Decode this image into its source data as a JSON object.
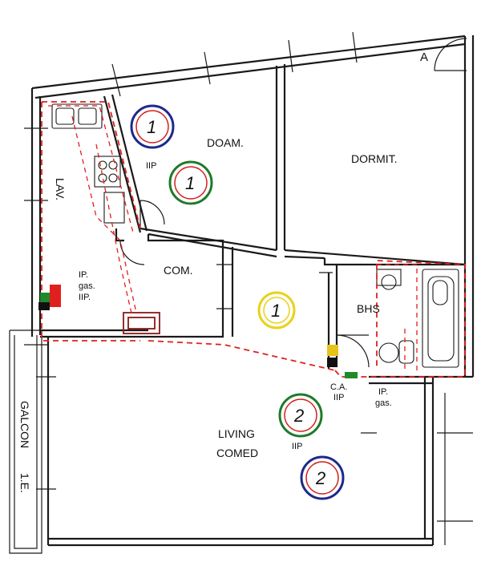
{
  "rooms": {
    "doam": "DOAM.",
    "dormit": "DORMIT.",
    "lav": "LAV.",
    "com": "COM.",
    "bhs": "BHS",
    "living": "LIVING",
    "comed": "COMED",
    "galcon": "GALCON",
    "galcon_level": "1.E.",
    "stair": "A"
  },
  "notes": {
    "ip_gas_left_1": "IP.",
    "ip_gas_left_2": "gas.",
    "ip_gas_left_3": "IIP.",
    "ca_1": "C.A.",
    "ca_2": "IIP",
    "ip_gas_right_1": "IP.",
    "ip_gas_right_2": "gas.",
    "iip_top": "IIP",
    "iip_living": "IIP"
  },
  "markers": [
    {
      "id": "doam-blue",
      "number": "1",
      "color": "#1c2a8c"
    },
    {
      "id": "doam-green",
      "number": "1",
      "color": "#1f7a2a"
    },
    {
      "id": "center-yellow",
      "number": "1",
      "color": "#e8d21a"
    },
    {
      "id": "living-green",
      "number": "2",
      "color": "#1f7a2a"
    },
    {
      "id": "living-blue",
      "number": "2",
      "color": "#1c2a8c"
    }
  ],
  "colors": {
    "wall": "#1a1a1a",
    "pipe": "#e0201e",
    "marker_inner_red": "#d0201e",
    "boiler_red": "#e0201e",
    "meter_yellow": "#e8c41a",
    "meter_green": "#1f8a2a"
  }
}
